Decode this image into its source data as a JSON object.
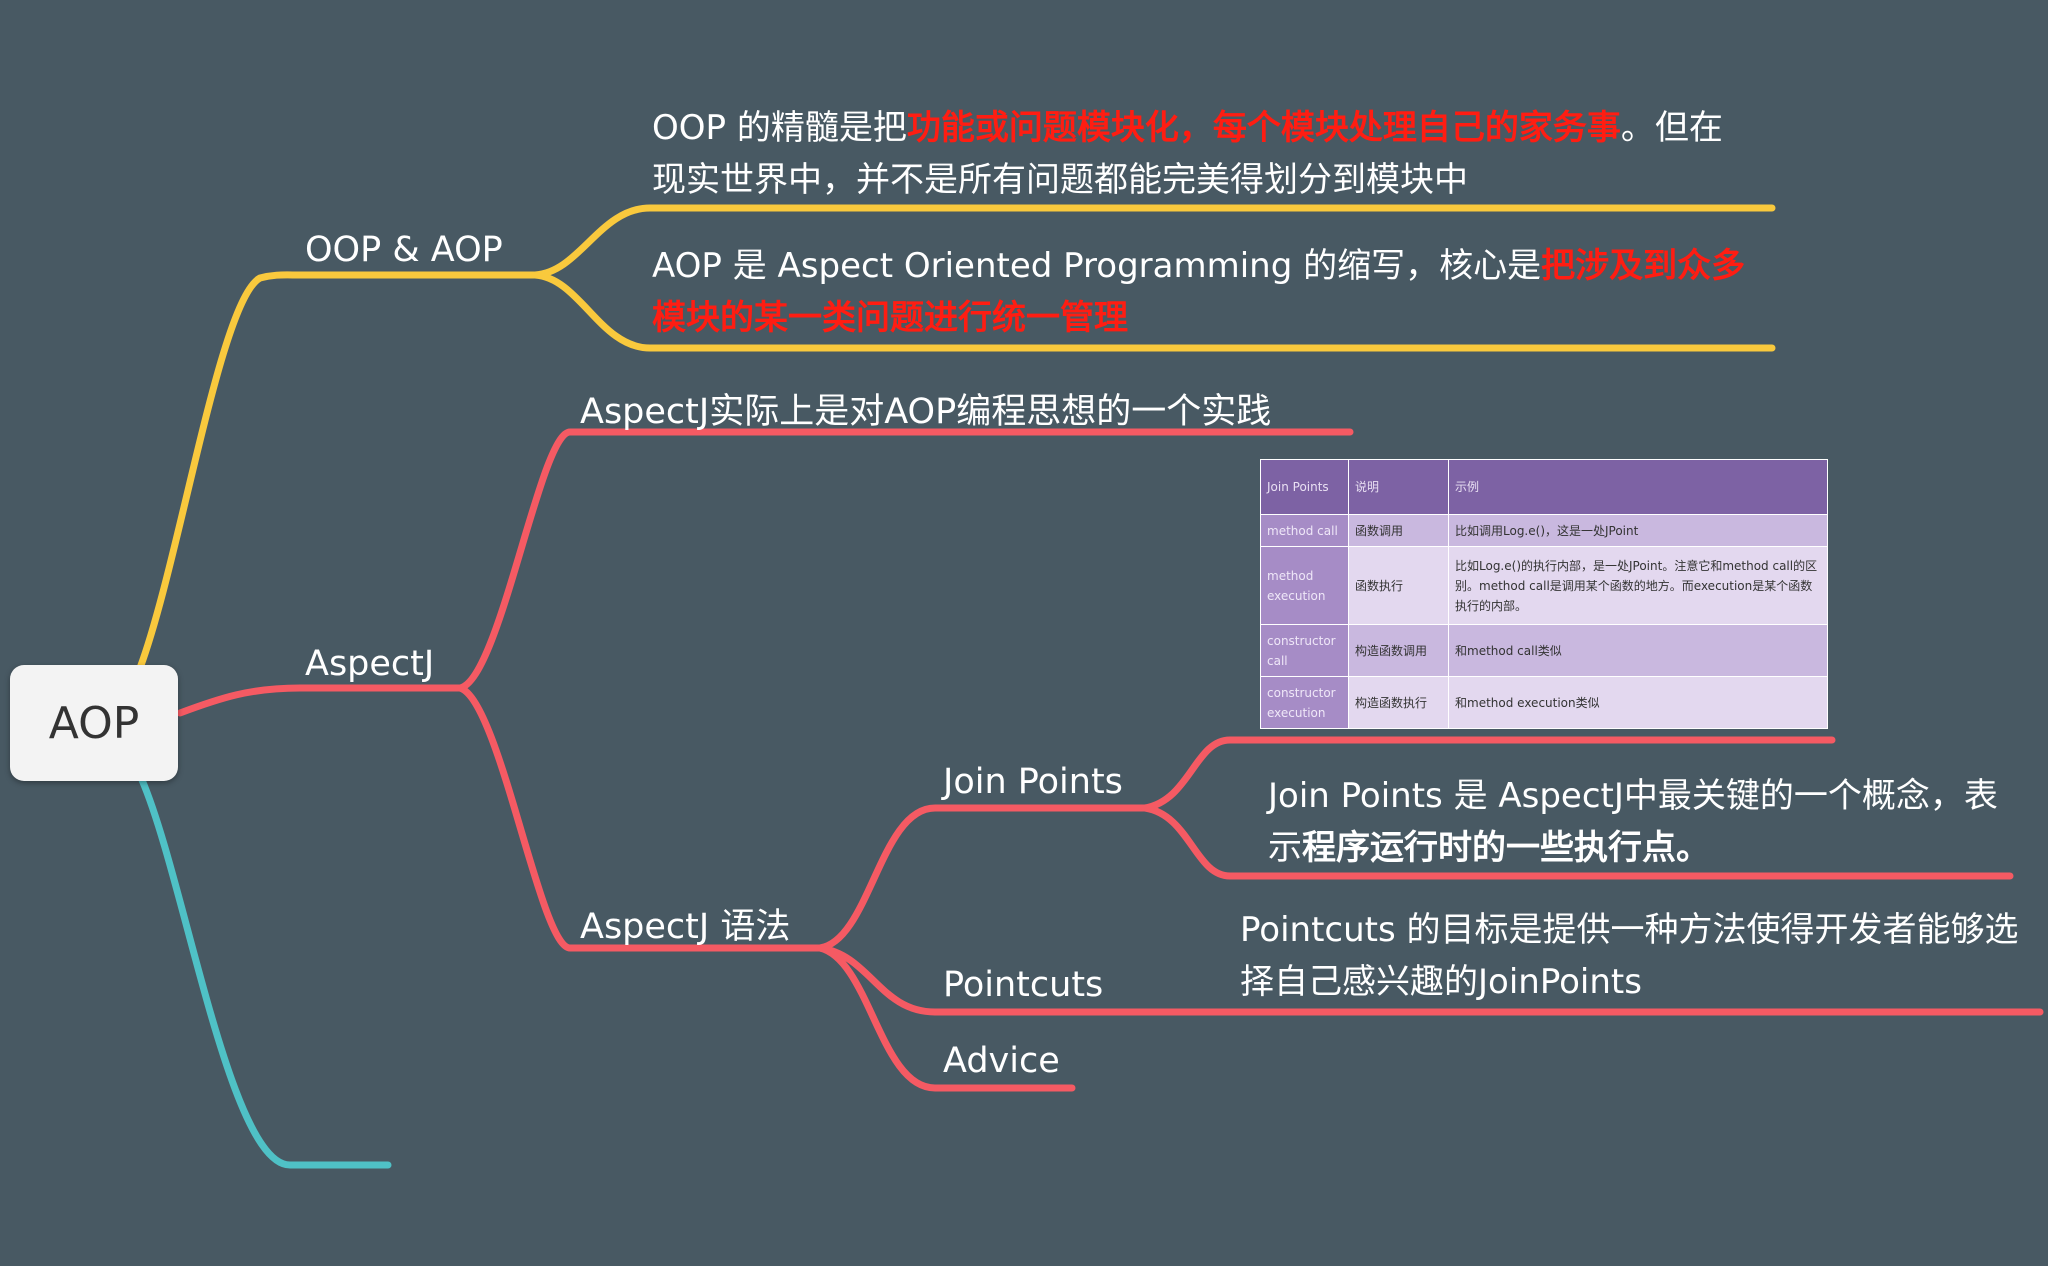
{
  "root": {
    "label": "AOP"
  },
  "colors": {
    "yellow": "#f9c93d",
    "red": "#f55a63",
    "teal": "#4fc1c6",
    "highlight": "#ff1d12"
  },
  "branches": {
    "oop_aop": {
      "label": "OOP & AOP",
      "note1": {
        "a": "OOP 的精髓是把",
        "b": "功能或问题模块化，每个模块处理自己的家务事",
        "c": "。但在现实世界中，并不是所有问题都能完美得划分到模块中"
      },
      "note2": {
        "a": "AOP 是 Aspect Oriented Programming 的缩写，核心是",
        "b": "把涉及到众多模块的某一类问题进行统一管理"
      }
    },
    "aspectj": {
      "label": "AspectJ",
      "intro": "AspectJ实际上是对AOP编程思想的一个实践",
      "syntax": {
        "label": "AspectJ 语法",
        "join_points": {
          "label": "Join Points",
          "desc_a": "Join Points 是 AspectJ中最关键的一个概念，表示",
          "desc_b": "程序运行时的一些执行点。"
        },
        "pointcuts": {
          "label": "Pointcuts",
          "desc": "Pointcuts 的目标是提供一种方法使得开发者能够选择自己感兴趣的JoinPoints"
        },
        "advice": {
          "label": "Advice"
        }
      }
    }
  },
  "table": {
    "headers": [
      "Join Points",
      "说明",
      "示例"
    ],
    "rows": [
      [
        "method call",
        "函数调用",
        "比如调用Log.e()，这是一处JPoint"
      ],
      [
        "method execution",
        "函数执行",
        "比如Log.e()的执行内部，是一处JPoint。注意它和method call的区别。method call是调用某个函数的地方。而execution是某个函数执行的内部。"
      ],
      [
        "constructor call",
        "构造函数调用",
        "和method call类似"
      ],
      [
        "constructor execution",
        "构造函数执行",
        "和method execution类似"
      ]
    ]
  }
}
